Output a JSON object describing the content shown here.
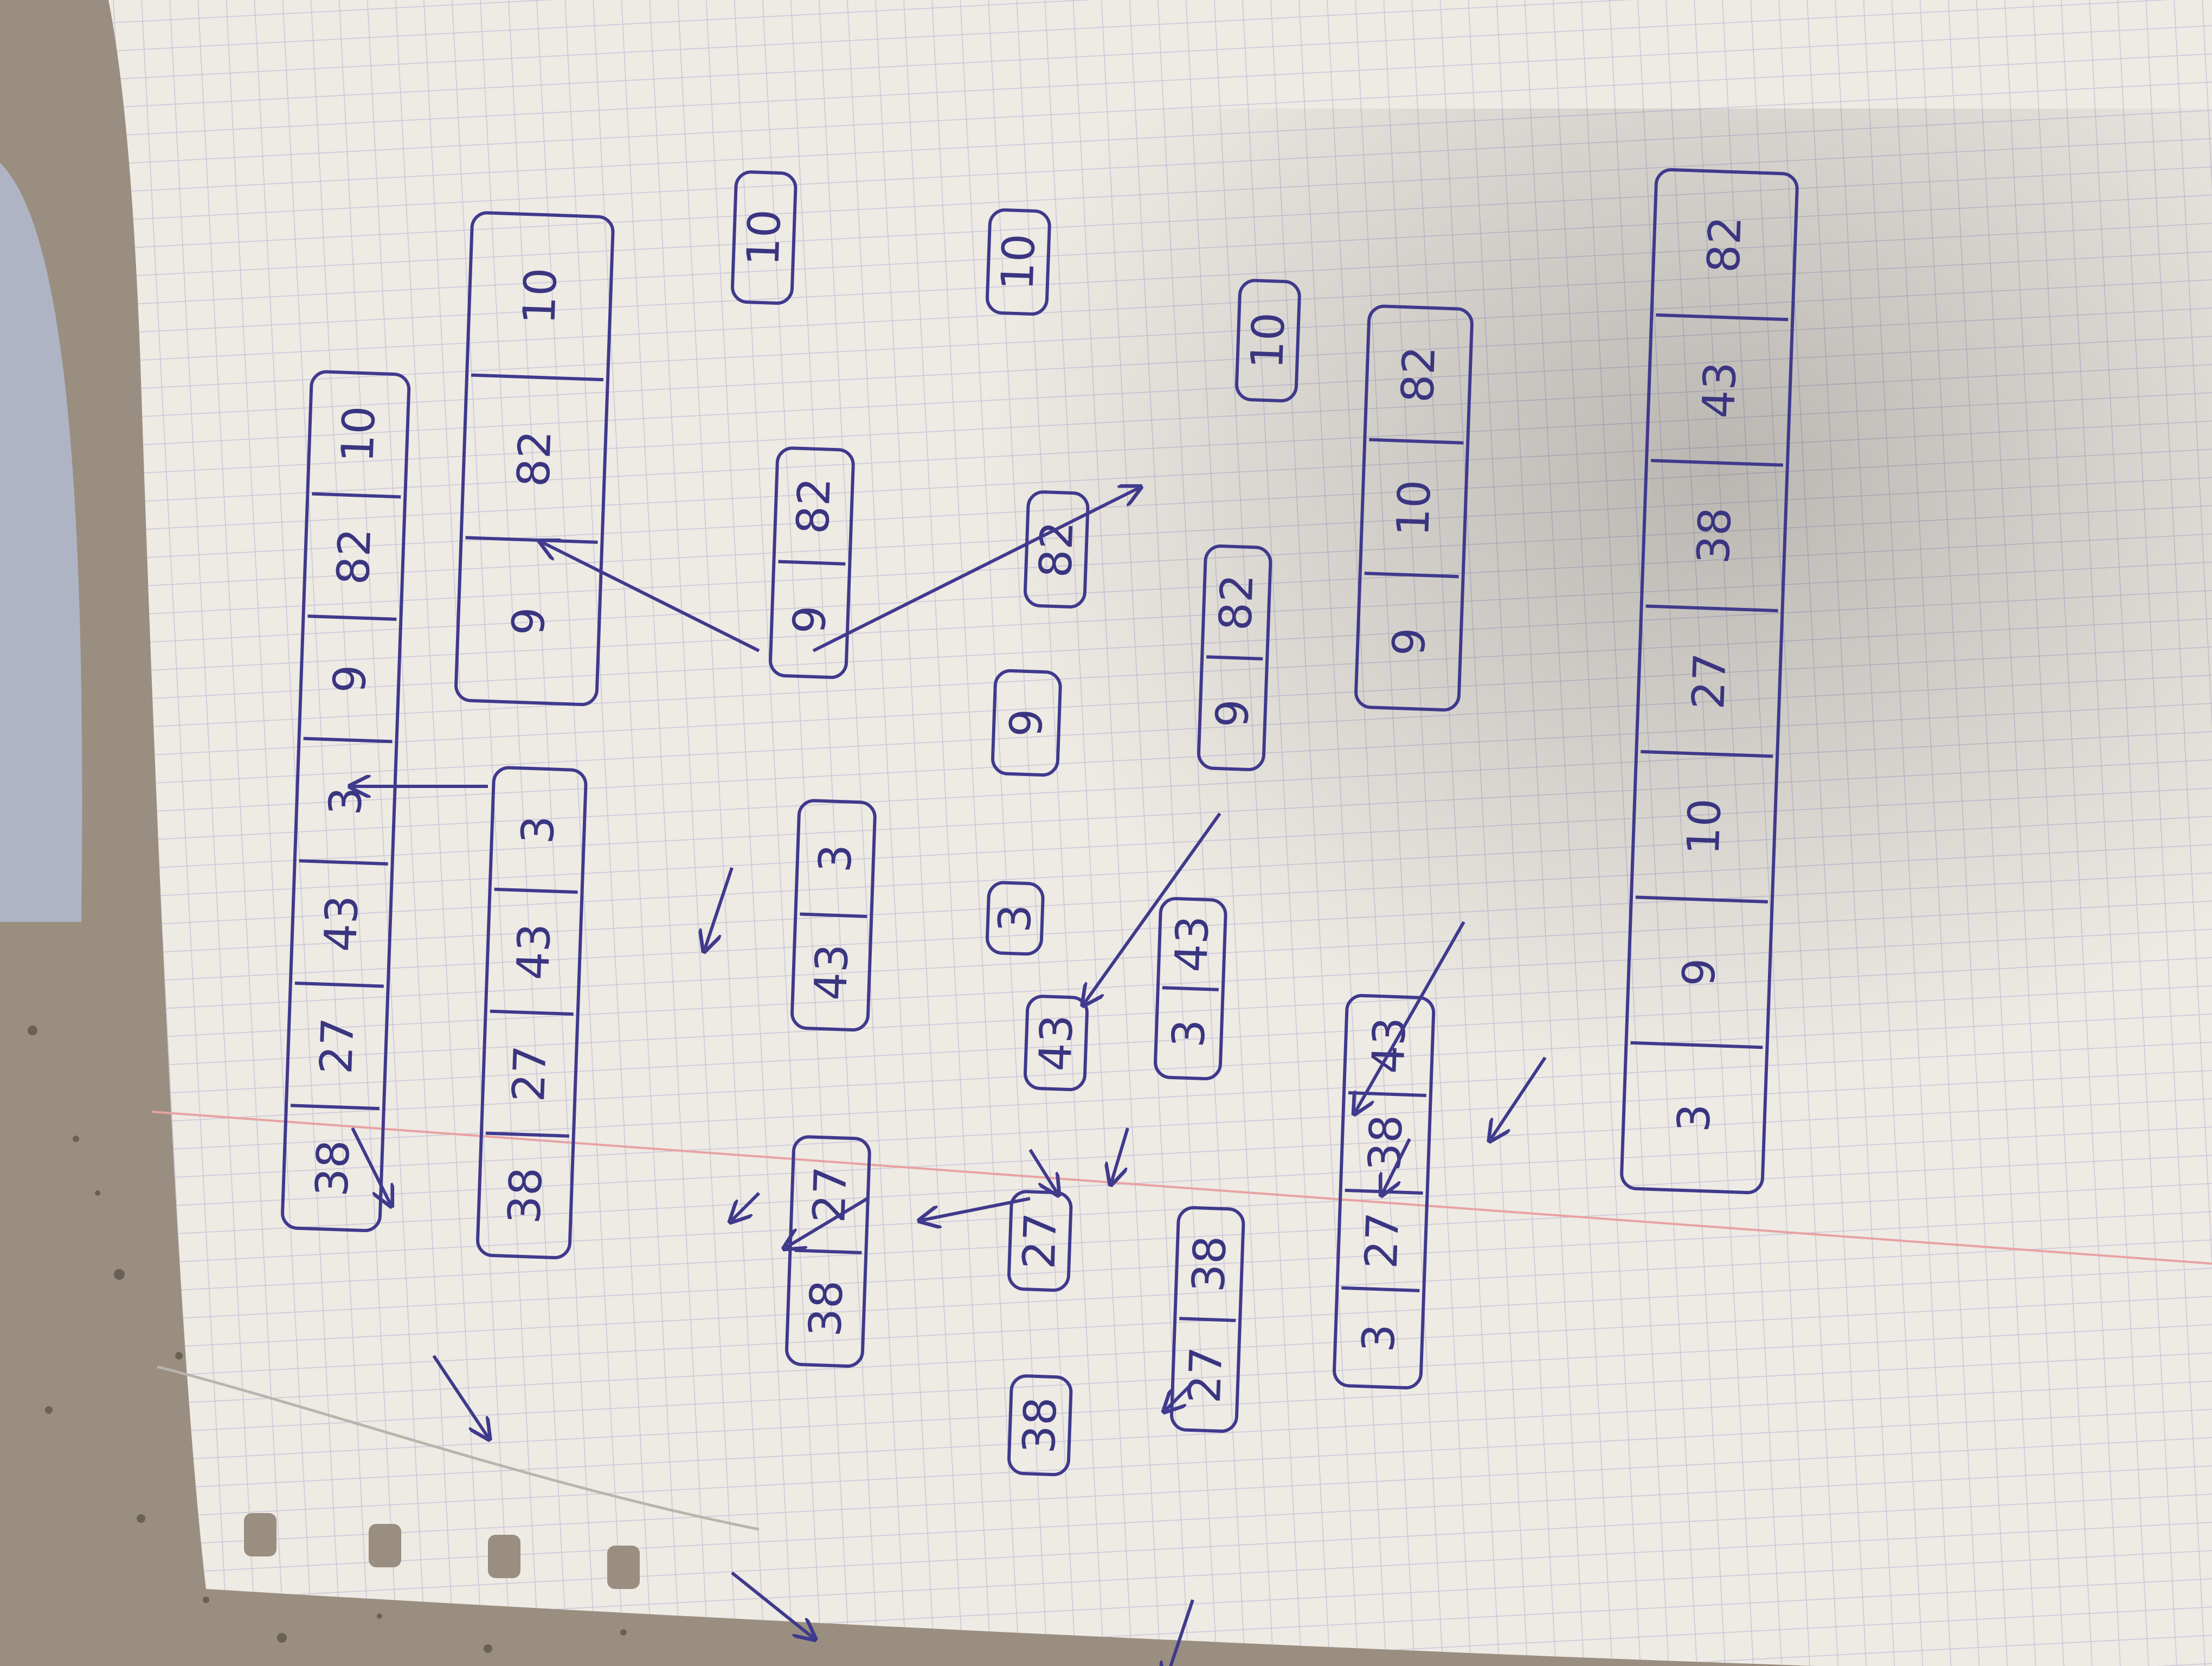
{
  "diagram": {
    "subject": "merge sort trace (handwritten)",
    "ink_color": "#3f3a8c",
    "paper_color": "#eeeae4",
    "grid_color": "#c9c6d8",
    "margin_line_color": "#e7a2a2",
    "levels": [
      {
        "id": "input",
        "cells": [
          "38",
          "27",
          "43",
          "3",
          "9",
          "82",
          "10"
        ]
      },
      {
        "id": "split-left",
        "cells": [
          "38",
          "27",
          "43",
          "3"
        ]
      },
      {
        "id": "split-right",
        "cells": [
          "9",
          "82",
          "10"
        ]
      },
      {
        "id": "l-left",
        "cells": [
          "38",
          "27"
        ]
      },
      {
        "id": "l-right",
        "cells": [
          "43",
          "3"
        ]
      },
      {
        "id": "r-left",
        "cells": [
          "9",
          "82"
        ]
      },
      {
        "id": "r-right",
        "cells": [
          "10"
        ]
      },
      {
        "id": "single-38",
        "cells": [
          "38"
        ]
      },
      {
        "id": "single-27",
        "cells": [
          "27"
        ]
      },
      {
        "id": "single-43",
        "cells": [
          "43"
        ]
      },
      {
        "id": "single-3",
        "cells": [
          "3"
        ]
      },
      {
        "id": "single-9",
        "cells": [
          "9"
        ]
      },
      {
        "id": "single-82",
        "cells": [
          "82"
        ]
      },
      {
        "id": "single-10",
        "cells": [
          "10"
        ]
      },
      {
        "id": "merge-27-38",
        "cells": [
          "27",
          "38"
        ]
      },
      {
        "id": "merge-3-43",
        "cells": [
          "3",
          "43"
        ]
      },
      {
        "id": "merge-9-82",
        "cells": [
          "9",
          "82"
        ]
      },
      {
        "id": "merge-10",
        "cells": [
          "10"
        ]
      },
      {
        "id": "merge-left",
        "cells": [
          "3",
          "27",
          "38",
          "43"
        ]
      },
      {
        "id": "merge-right",
        "cells": [
          "9",
          "10",
          "82"
        ]
      },
      {
        "id": "output",
        "cells": [
          "3",
          "9",
          "10",
          "27",
          "38",
          "43",
          "82"
        ]
      }
    ]
  }
}
